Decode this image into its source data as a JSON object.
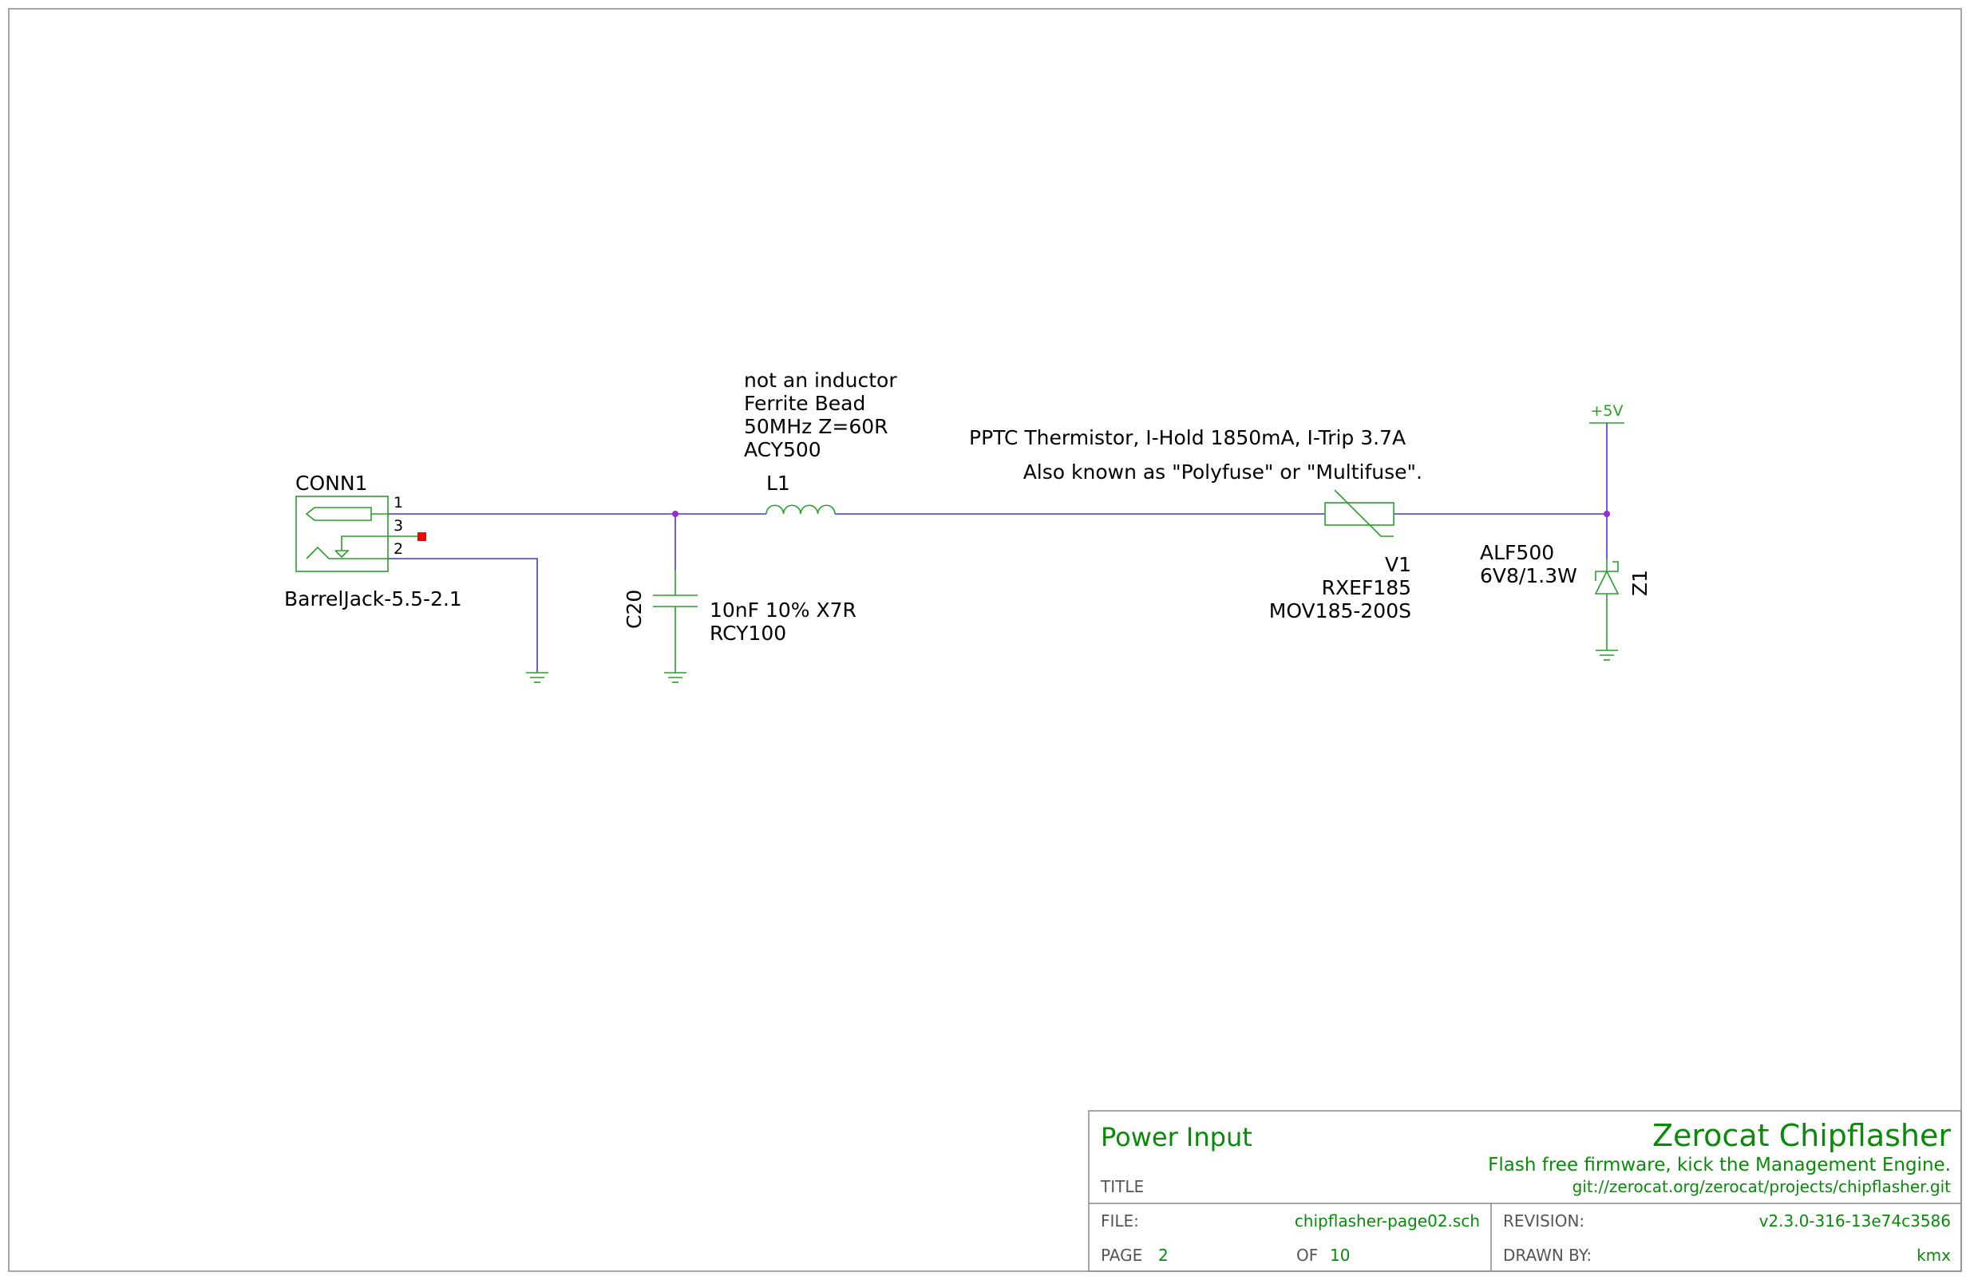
{
  "colors": {
    "wire": "#3c3cd6",
    "component": "#2a9d2a",
    "junction": "#9a2ad6",
    "noconnect": "#ff0000",
    "text": "#000000",
    "titleblock_text": "#0a8a0a",
    "titleblock_label": "#555555",
    "frame": "#888888"
  },
  "icons": {
    "ground": "ground-symbol-icon",
    "power": "power-flag-icon",
    "noconnect": "no-connect-icon"
  },
  "components": {
    "conn1": {
      "ref": "CONN1",
      "value": "BarrelJack-5.5-2.1",
      "pins": [
        "1",
        "3",
        "2"
      ]
    },
    "c20": {
      "ref": "C20",
      "value": "10nF 10% X7R",
      "part": "RCY100"
    },
    "l1": {
      "ref": "L1",
      "notes": [
        "not an inductor",
        "Ferrite Bead",
        "50MHz Z=60R",
        "ACY500"
      ]
    },
    "v1": {
      "ref": "V1",
      "value": "RXEF185",
      "part": "MOV185-200S",
      "note_line1": "PPTC Thermistor, I-Hold 1850mA, I-Trip 3.7A",
      "note_line2": "Also known as \"Polyfuse\" or \"Multifuse\"."
    },
    "z1": {
      "ref": "Z1",
      "value": "ALF500",
      "rating": "6V8/1.3W"
    },
    "power": {
      "label": "+5V"
    }
  },
  "title_block": {
    "sheet_title": "Power Input",
    "company": "Zerocat Chipflasher",
    "tagline": "Flash free firmware, kick the Management Engine.",
    "url": "git://zerocat.org/zerocat/projects/chipflasher.git",
    "title_label": "TITLE",
    "file_label": "FILE:",
    "file": "chipflasher-page02.sch",
    "revision_label": "REVISION:",
    "revision": "v2.3.0-316-13e74c3586",
    "page_label": "PAGE",
    "page": "2",
    "of_label": "OF",
    "total_pages": "10",
    "drawn_by_label": "DRAWN BY:",
    "drawn_by": "kmx"
  }
}
